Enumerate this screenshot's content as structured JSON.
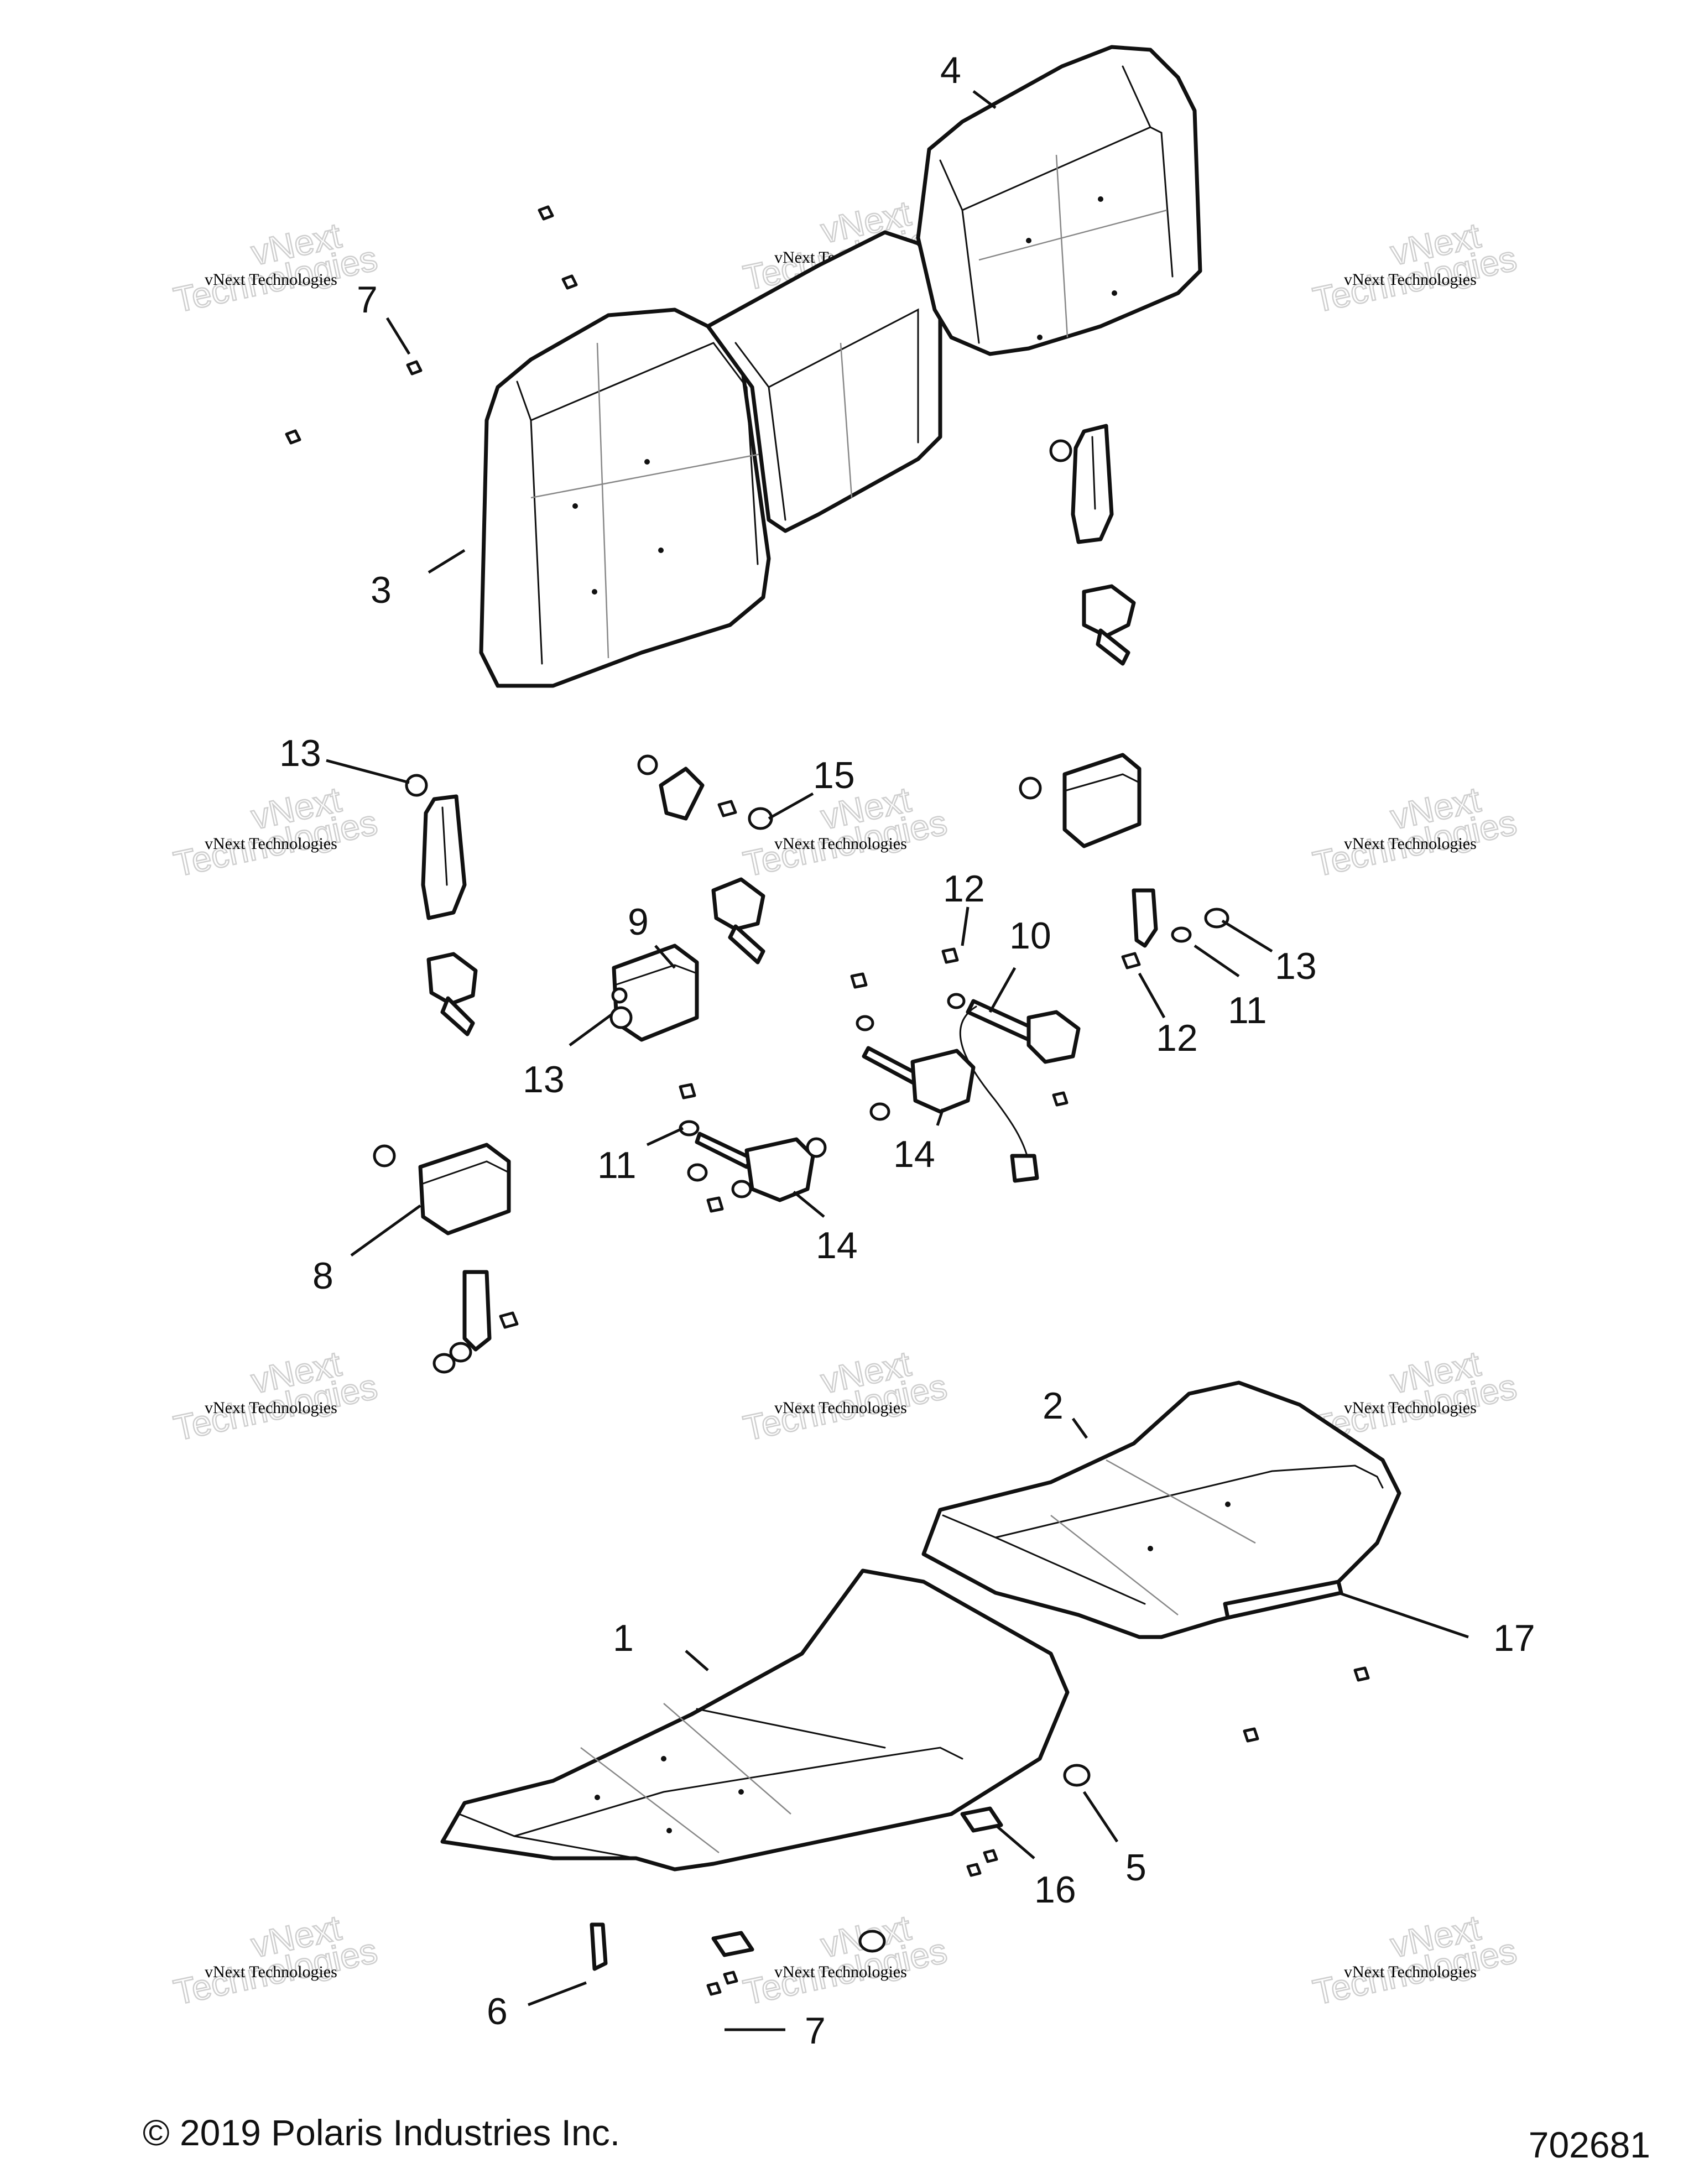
{
  "diagram": {
    "callouts": [
      {
        "id": "1"
      },
      {
        "id": "2"
      },
      {
        "id": "3"
      },
      {
        "id": "4"
      },
      {
        "id": "5"
      },
      {
        "id": "6"
      },
      {
        "id": "7"
      },
      {
        "id": "7"
      },
      {
        "id": "8"
      },
      {
        "id": "9"
      },
      {
        "id": "10"
      },
      {
        "id": "11"
      },
      {
        "id": "11"
      },
      {
        "id": "12"
      },
      {
        "id": "12"
      },
      {
        "id": "13"
      },
      {
        "id": "13"
      },
      {
        "id": "13"
      },
      {
        "id": "14"
      },
      {
        "id": "14"
      },
      {
        "id": "15"
      },
      {
        "id": "16"
      },
      {
        "id": "17"
      }
    ],
    "watermark": {
      "line1": "vNext Technologies",
      "line2": "vNext",
      "line3": "Technologies"
    }
  },
  "footer": {
    "copyright": "© 2019 Polaris Industries Inc.",
    "drawing_number": "702681"
  }
}
